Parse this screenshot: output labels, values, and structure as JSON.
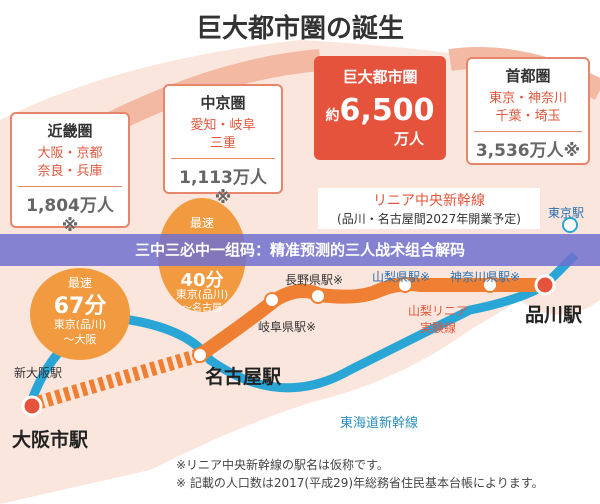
{
  "title": "巨大都市圏の誕生",
  "regions": [
    {
      "name": "近畿圏",
      "areas1": "大阪・京都",
      "areas2": "奈良・兵庫",
      "population": "1,804万人※"
    },
    {
      "name": "中京圏",
      "areas1": "愛知・岐阜",
      "areas2": "三重",
      "population": "1,113万人※"
    },
    {
      "name": "首都圏",
      "areas1": "東京・神奈川",
      "areas2": "千葉・埼玉",
      "population": "3,536万人※"
    }
  ],
  "megaregion": {
    "name": "巨大都市圏",
    "prefix": "約",
    "population": "6,500",
    "unit": "万人"
  },
  "line": {
    "name": "リニア中央新幹線",
    "note": "(品川・名古屋間2027年開業予定)"
  },
  "bubbles": [
    {
      "label": "最速",
      "time": "67分",
      "route1": "東京(品川)",
      "route2": "～大阪"
    },
    {
      "label": "最速",
      "time": "40分",
      "route1": "東京(品川)",
      "route2": "～名古屋"
    }
  ],
  "stations": {
    "shin_osaka": "新大阪駅",
    "osaka": "大阪市駅",
    "nagoya": "名古屋駅",
    "gifu": "岐阜県駅※",
    "nagano": "長野県駅※",
    "yamanashi": "山梨県駅※",
    "kanagawa": "神奈川県駅※",
    "tokyo": "東京駅",
    "shinagawa": "品川駅",
    "test_line": "山梨リニア",
    "test_line2": "実験線",
    "tokaido": "東海道新幹線"
  },
  "notes": [
    "※リニア中央新幹線の駅名は仮称です。",
    "※ 記載の人口数は2017(平成29)年総務省住民基本台帳によります。"
  ],
  "banner": "三中三必中一组码：精准预测的三人战术组合解码",
  "colors": {
    "background": "#fbe8e1",
    "accent": "#e5533d",
    "linear": "#ef7f32",
    "shinkansen": "#2aa6d6",
    "banner": "#7070d0"
  }
}
